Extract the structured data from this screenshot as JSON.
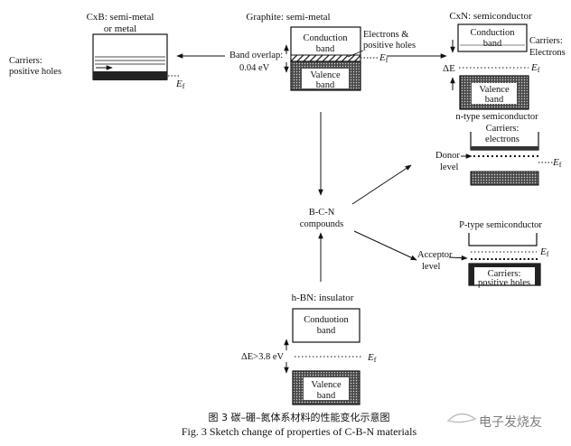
{
  "cxb": {
    "title_line1": "CxB: semi-metal",
    "title_line2": "or metal",
    "carriers_line1": "Carriers:",
    "carriers_line2": "positive holes",
    "ef": "E",
    "ef_sub": "f"
  },
  "graphite": {
    "title": "Graphite: semi-metal",
    "conduction_line1": "Conduction",
    "conduction_line2": "band",
    "valence_line1": "Valence",
    "valence_line2": "band",
    "electrons_line1": "Electrons &",
    "electrons_line2": "positive holes",
    "ef": "E",
    "ef_sub": "f",
    "overlap_line1": "Band overlap:",
    "overlap_line2": "0.04 eV"
  },
  "cxn": {
    "title": "CxN: semiconductor",
    "conduction_line1": "Conduction",
    "conduction_line2": "band",
    "valence_line1": "Valence",
    "valence_line2": "band",
    "carriers_line1": "Carriers:",
    "carriers_line2": "Electrons",
    "delta": "ΔE",
    "ef": "E",
    "ef_sub": "f"
  },
  "ntype": {
    "title": "n-type semiconductor",
    "carriers_line1": "Carriers:",
    "carriers_line2": "electrons",
    "donor_line1": "Donor",
    "donor_line2": "level",
    "ef": "E",
    "ef_sub": "f"
  },
  "bcn": {
    "line1": "B-C-N",
    "line2": "compounds"
  },
  "ptype": {
    "title": "P-type semiconductor",
    "acceptor_line1": "Acceptor",
    "acceptor_line2": "level",
    "carriers_line1": "Carriers:",
    "carriers_line2": "positive holes",
    "ef": "E",
    "ef_sub": "f"
  },
  "hbn": {
    "title": "h-BN: insulator",
    "conduction_line1": "Conduotion",
    "conduction_line2": "band",
    "valence_line1": "Valence",
    "valence_line2": "band",
    "delta": "ΔE>3.8 eV",
    "ef": "E",
    "ef_sub": "f"
  },
  "caption": {
    "cn": "图 3    碳–硼–氮体系材料的性能变化示意图",
    "en": "Fig. 3    Sketch change of properties of C-B-N materials"
  },
  "watermark": "电子发烧友"
}
